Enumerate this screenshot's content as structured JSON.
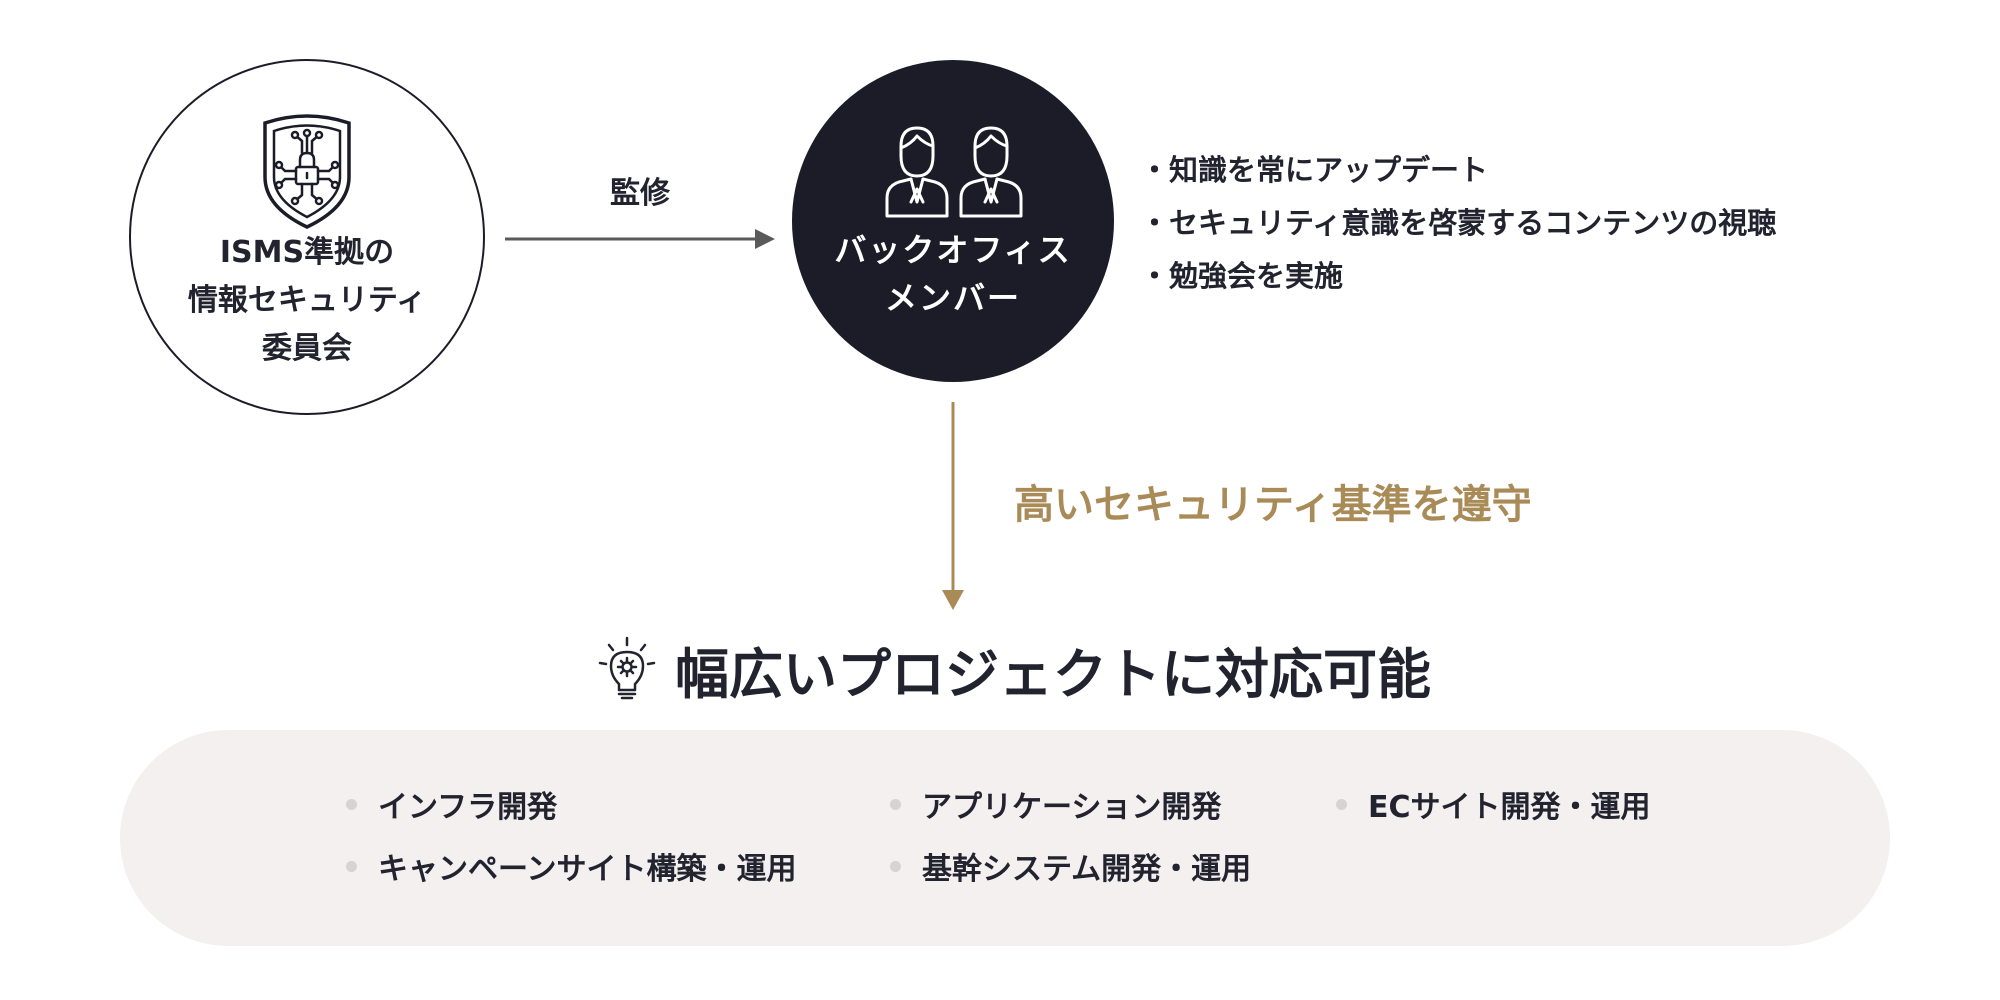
{
  "colors": {
    "dark": "#1b1c28",
    "text": "#22232f",
    "accent": "#a98b58",
    "panel_bg": "#f3f0ef",
    "arrow_gray": "#5a5a5a"
  },
  "committee": {
    "icon": "security-shield-icon",
    "label_lines": [
      "ISMS準拠の",
      "情報セキュリティ",
      "委員会"
    ]
  },
  "supervise": {
    "label": "監修"
  },
  "members": {
    "icon": "people-icon",
    "label_lines": [
      "バックオフィス",
      "メンバー"
    ]
  },
  "activities": [
    "・知識を常にアップデート",
    "・セキュリティ意識を啓蒙するコンテンツの視聴",
    "・勉強会を実施"
  ],
  "standard": {
    "label": "高いセキュリティ基準を遵守"
  },
  "result": {
    "icon": "lightbulb-gear-icon",
    "title": "幅広いプロジェクトに対応可能"
  },
  "projects": [
    "インフラ開発",
    "アプリケーション開発",
    "ECサイト開発・運用",
    "キャンペーンサイト構築・運用",
    "基幹システム開発・運用"
  ]
}
